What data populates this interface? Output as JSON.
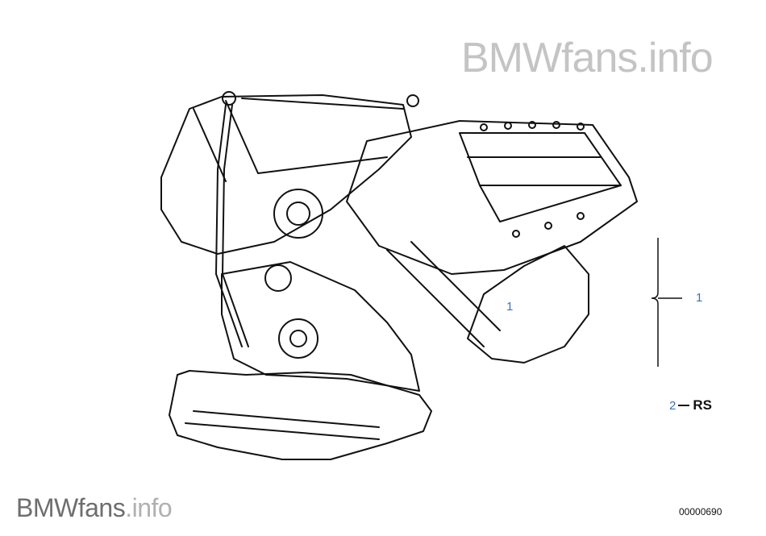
{
  "watermark": {
    "top": "BMWfans.info",
    "bottom_main": "BMWfans",
    "bottom_suffix": ".info"
  },
  "callouts": [
    {
      "number": "1"
    },
    {
      "number": "1"
    }
  ],
  "legend": {
    "number": "2",
    "label": "RS"
  },
  "diagram_code": "00000690"
}
